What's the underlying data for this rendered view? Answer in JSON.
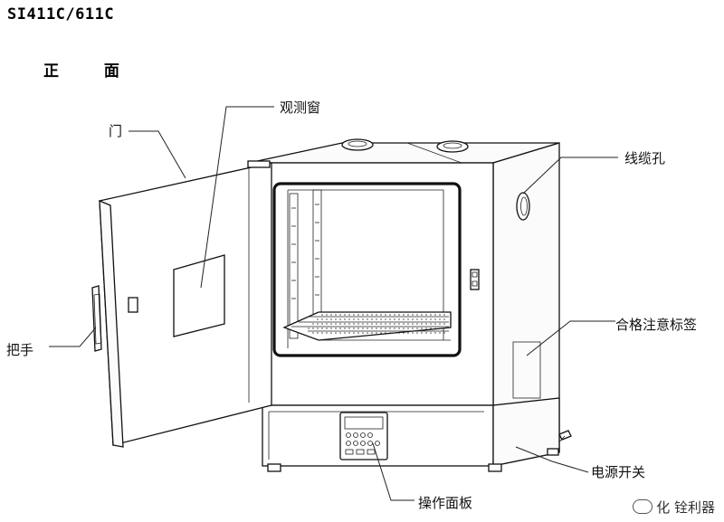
{
  "header": {
    "model": "SI411C/611C",
    "view": "正 面"
  },
  "labels": {
    "door": "门",
    "window": "观测窗",
    "cable_hole": "线缆孔",
    "cert_label": "合格注意标签",
    "handle": "把手",
    "power_switch": "电源开关",
    "control_panel": "操作面板"
  },
  "watermark": "化 铨利器"
}
